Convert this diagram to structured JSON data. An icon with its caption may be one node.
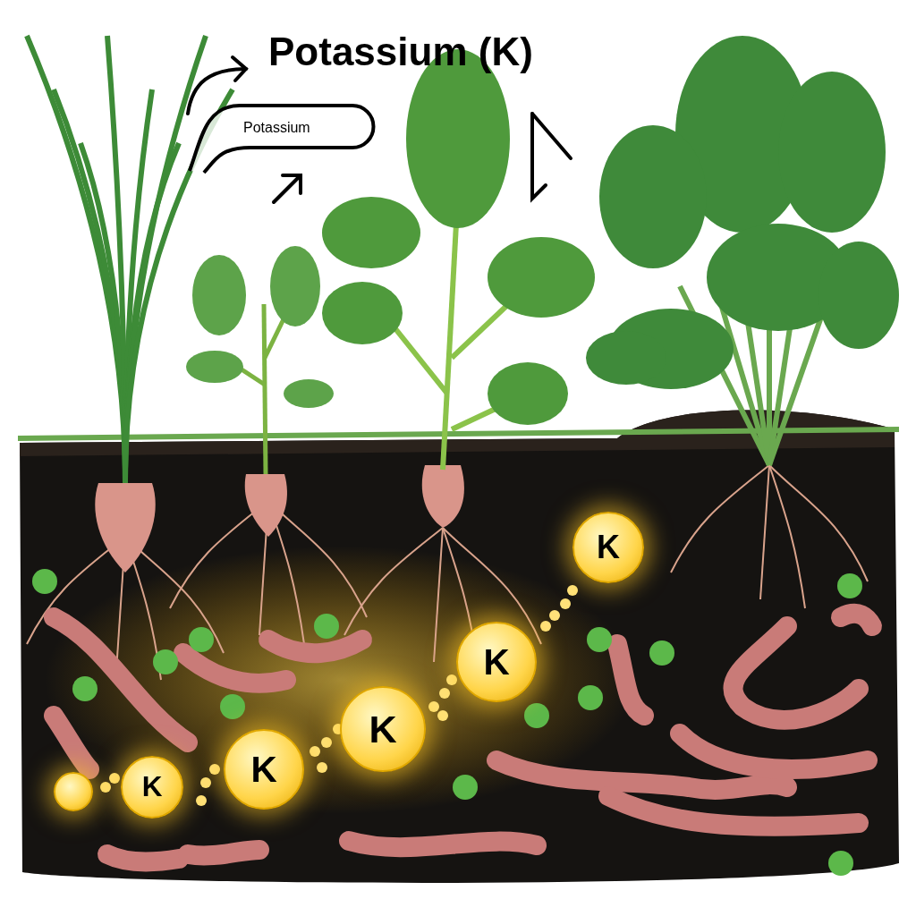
{
  "diagram": {
    "title": "Potassium (K)",
    "nodes": [
      {
        "text": [
          "Potassium"
        ]
      },
      {
        "text": [],
        "shape": "circle"
      },
      {
        "text": [
          "K"
        ]
      },
      {
        "text": [
          "K"
        ]
      },
      {
        "text": [
          "K"
        ]
      },
      {
        "text": [
          "K"
        ]
      },
      {
        "text": [
          "K"
        ]
      }
    ]
  }
}
